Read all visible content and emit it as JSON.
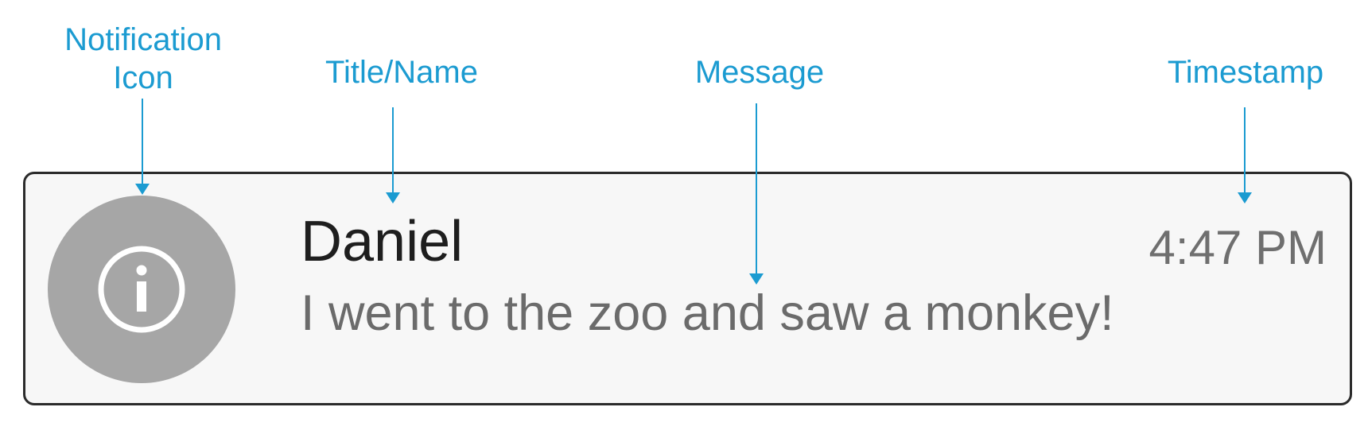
{
  "callouts": {
    "icon_label": "Notification\nIcon",
    "title_label": "Title/Name",
    "message_label": "Message",
    "timestamp_label": "Timestamp"
  },
  "notification": {
    "icon": "info-icon",
    "title": "Daniel",
    "message": "I went to the zoo and saw a monkey!",
    "timestamp": "4:47 PM"
  },
  "colors": {
    "callout": "#1b9bd1",
    "icon_background": "#a6a6a6",
    "card_background": "#f7f7f7",
    "card_border": "#2b2b2b"
  }
}
